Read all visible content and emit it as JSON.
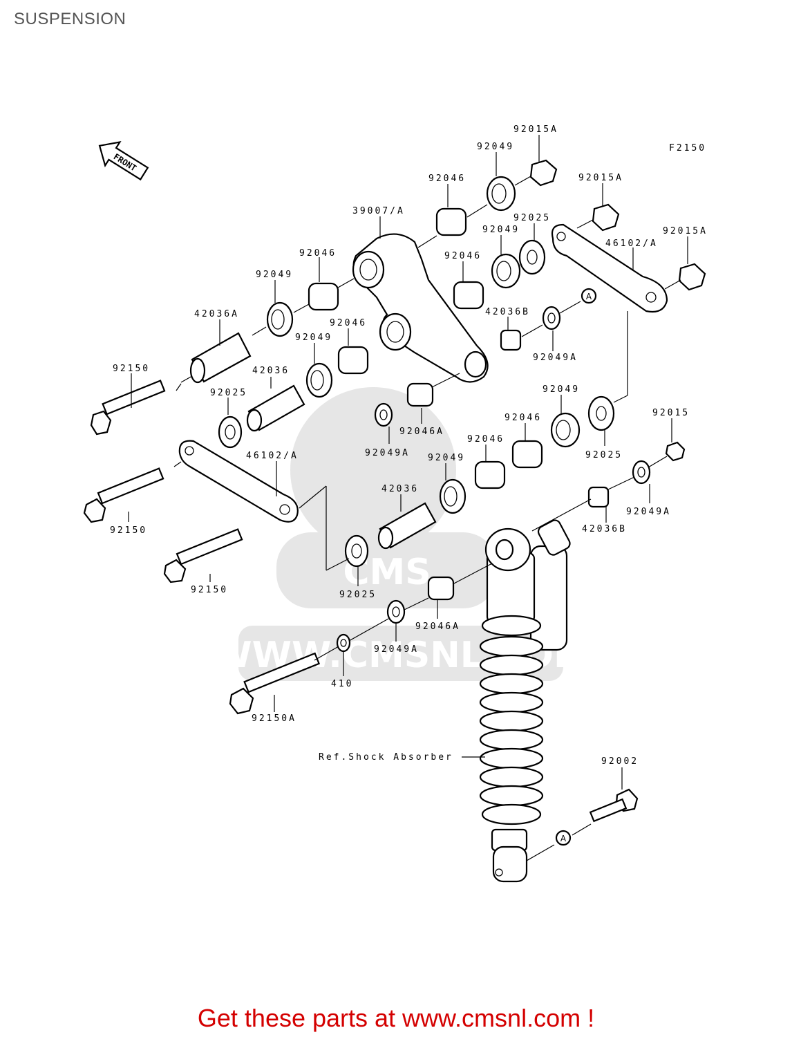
{
  "page": {
    "title": "SUSPENSION"
  },
  "figure_code": "F2150",
  "front_arrow_label": "FRONT",
  "ref_marker": "A",
  "watermark": {
    "site": "WWW.CMSNL.COM",
    "logo": "CMS"
  },
  "call_to_action": "Get these parts at www.cmsnl.com !",
  "labels": {
    "l01": "92015A",
    "l02": "92049",
    "l03": "92046",
    "l04": "92015A",
    "l05": "39007/A",
    "l06": "92025",
    "l07": "92049",
    "l08": "92015A",
    "l09": "46102/A",
    "l10": "92046",
    "l11": "92046",
    "l12": "92049",
    "l13": "42036B",
    "l14": "42036A",
    "l15": "92046",
    "l16": "92049",
    "l17": "92049A",
    "l18": "92150",
    "l19": "42036",
    "l20": "92025",
    "l21": "92049",
    "l22": "92015",
    "l23": "92046A",
    "l24": "92046",
    "l25": "46102/A",
    "l26": "92049A",
    "l27": "92046",
    "l28": "92025",
    "l29": "92049",
    "l30": "42036",
    "l31": "92049A",
    "l32": "92150",
    "l33": "42036B",
    "l34": "92150",
    "l35": "92025",
    "l36": "92046A",
    "l37": "92049A",
    "l38": "410",
    "l39": "92150A",
    "l40": "Ref.Shock Absorber",
    "l41": "92002"
  },
  "colors": {
    "cta": "#d40000",
    "title": "#555555",
    "watermark": "#e6e6e6"
  }
}
